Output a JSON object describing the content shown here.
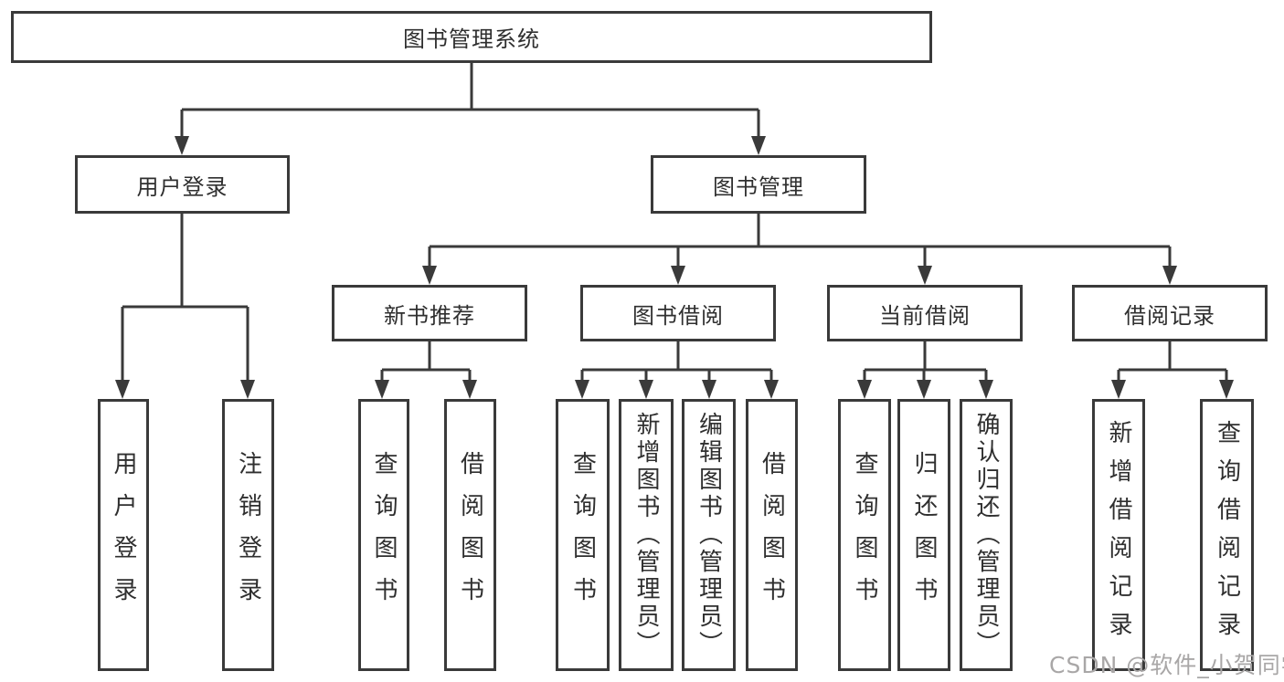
{
  "nodes": {
    "root": {
      "label": "图书管理系统"
    },
    "user_login": {
      "label": "用户登录"
    },
    "book_mgmt": {
      "label": "图书管理"
    },
    "user_login_leaf": {
      "label": "用户登录"
    },
    "logout_leaf": {
      "label": "注销登录"
    },
    "new_book_rec": {
      "label": "新书推荐"
    },
    "book_borrow": {
      "label": "图书借阅"
    },
    "current_borrow": {
      "label": "当前借阅"
    },
    "borrow_record": {
      "label": "借阅记录"
    },
    "nb_query_books": {
      "label": "查询图书"
    },
    "nb_borrow_books": {
      "label": "借阅图书"
    },
    "bb_query_books": {
      "label": "查询图书"
    },
    "bb_add_books_admin": {
      "label": "新增图书（管理员）"
    },
    "bb_edit_books_admin": {
      "label": "编辑图书（管理员）"
    },
    "bb_borrow_books": {
      "label": "借阅图书"
    },
    "cb_query_books": {
      "label": "查询图书"
    },
    "cb_return_books": {
      "label": "归还图书"
    },
    "cb_confirm_return_admin": {
      "label": "确认归还（管理员）"
    },
    "br_add_record": {
      "label": "新增借阅记录"
    },
    "br_query_record": {
      "label": "查询借阅记录"
    }
  },
  "watermark": {
    "text": "CSDN @软件_小贺同学"
  },
  "colors": {
    "line": "#3a3a3a",
    "text": "#2f2f2f",
    "watermark": "#a9a7a7",
    "background": "#ffffff"
  }
}
